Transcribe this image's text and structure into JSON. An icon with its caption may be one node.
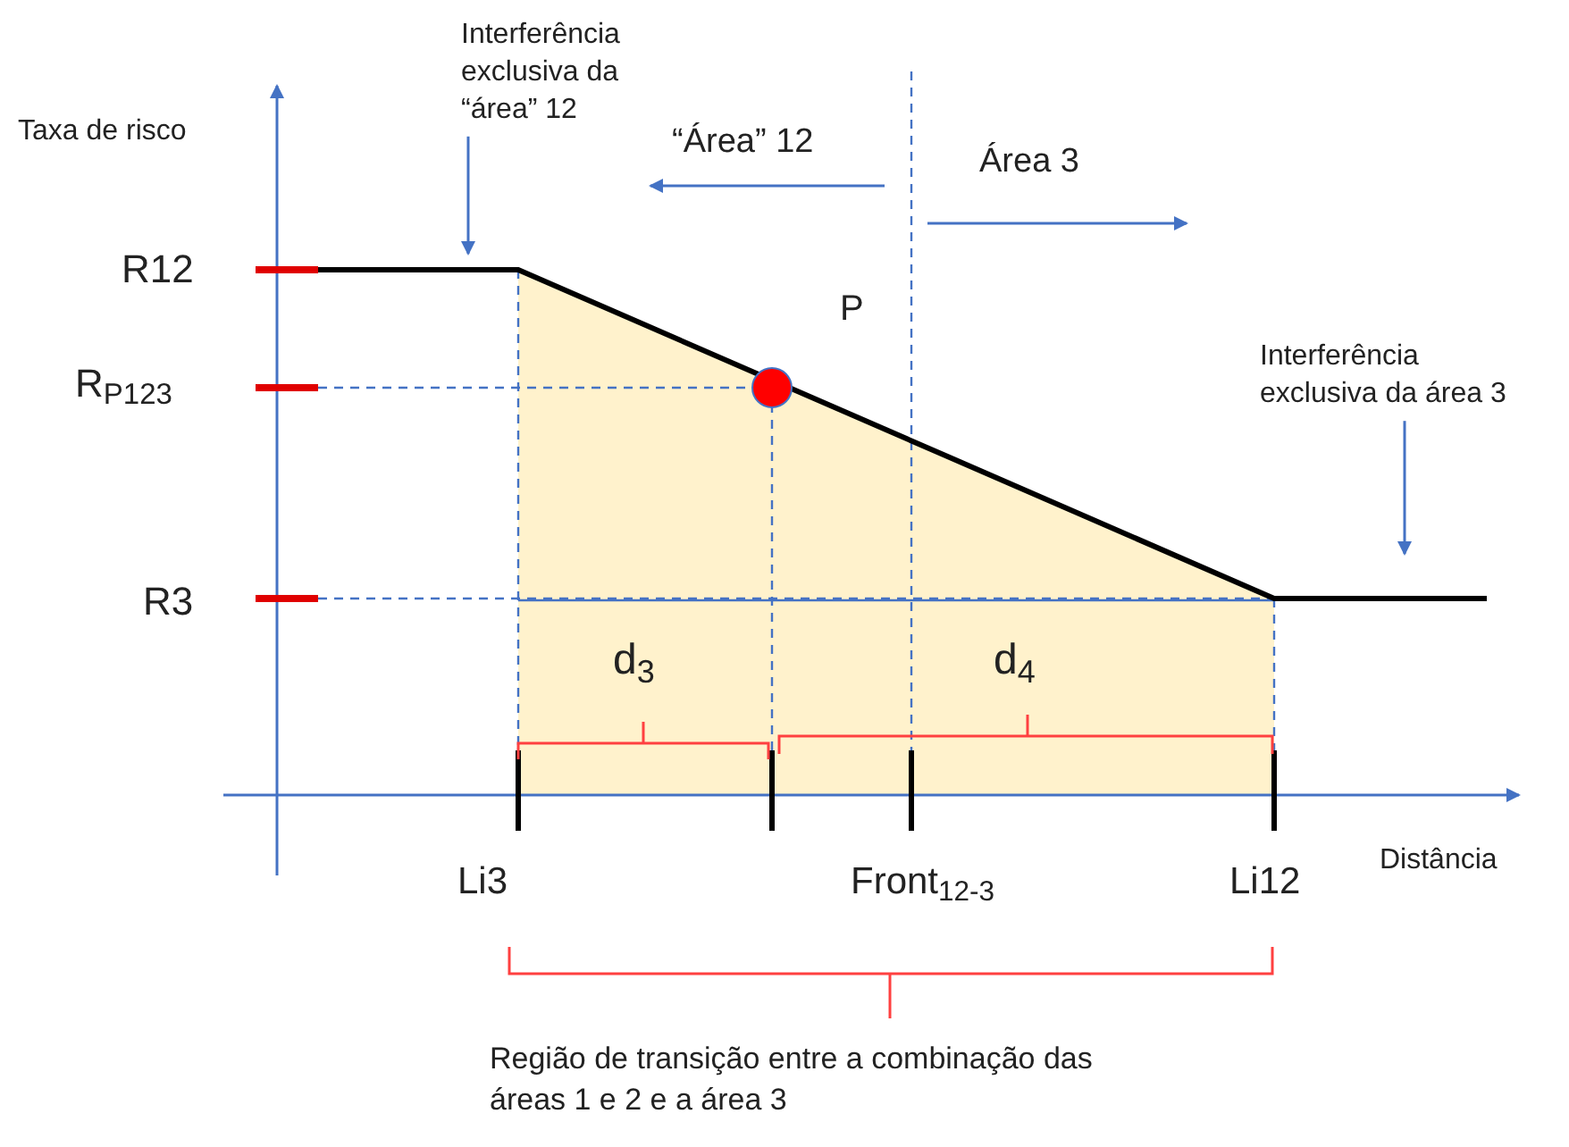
{
  "diagram": {
    "nodes": [
      {
        "text": [
          "Interferência exclusiva da “área” 12"
        ]
      },
      {
        "text": [
          "Interferência exclusiva da área 3"
        ]
      }
    ],
    "edges": [
      {
        "from": 0,
        "to": null,
        "arrow": "to"
      },
      {
        "from": 1,
        "to": null,
        "arrow": "to"
      }
    ],
    "labels": [
      "Taxa de risco",
      "“Área” 12",
      "Área 3",
      "R12",
      "P",
      "R$_{P123}$",
      "R3",
      "d$_{3}$",
      "d$_{4}$",
      "Li3",
      "Front$_{12-3}$",
      "Li12",
      "Distância",
      "Região de transição entre a combinação das áreas 1 e 2 e a área 3"
    ]
  }
}
